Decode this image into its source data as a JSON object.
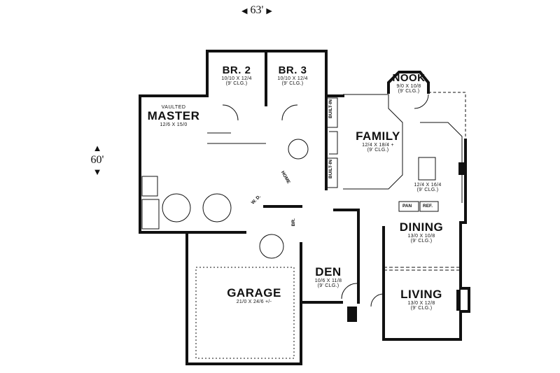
{
  "dimensions": {
    "width": "63'",
    "depth": "60'"
  },
  "rooms": {
    "br2": {
      "name": "BR. 2",
      "size": "10/10 X 12/4",
      "ceiling": "(9' CLG.)"
    },
    "br3": {
      "name": "BR. 3",
      "size": "10/10 X 12/4",
      "ceiling": "(9' CLG.)"
    },
    "nook": {
      "name": "NOOK",
      "size": "9/0 X 10/8",
      "ceiling": "(9' CLG.)"
    },
    "master": {
      "prefix": "VAULTED",
      "name": "MASTER",
      "size": "12/6 X 15/0"
    },
    "family": {
      "name": "FAMILY",
      "size": "12/4 X 18/4 +",
      "ceiling": "(9' CLG.)"
    },
    "kitchen": {
      "size": "12/4 X 16/4",
      "ceiling": "(9' CLG.)"
    },
    "dining": {
      "name": "DINING",
      "size": "13/0 X 10/8",
      "ceiling": "(9' CLG.)"
    },
    "den": {
      "name": "DEN",
      "size": "10/6 X 11/8",
      "ceiling": "(9' CLG.)"
    },
    "garage": {
      "name": "GARAGE",
      "size": "21/0 X 24/6 +/-"
    },
    "living": {
      "name": "LIVING",
      "size": "13/0 X 12/8",
      "ceiling": "(9' CLG.)"
    }
  },
  "labels": {
    "builtin_top": "BUILT-IN",
    "builtin_bottom": "BUILT-IN",
    "home": "HOME",
    "wd": "W. D.",
    "pan": "PAN",
    "ref": "REF.",
    "br": "BR."
  }
}
